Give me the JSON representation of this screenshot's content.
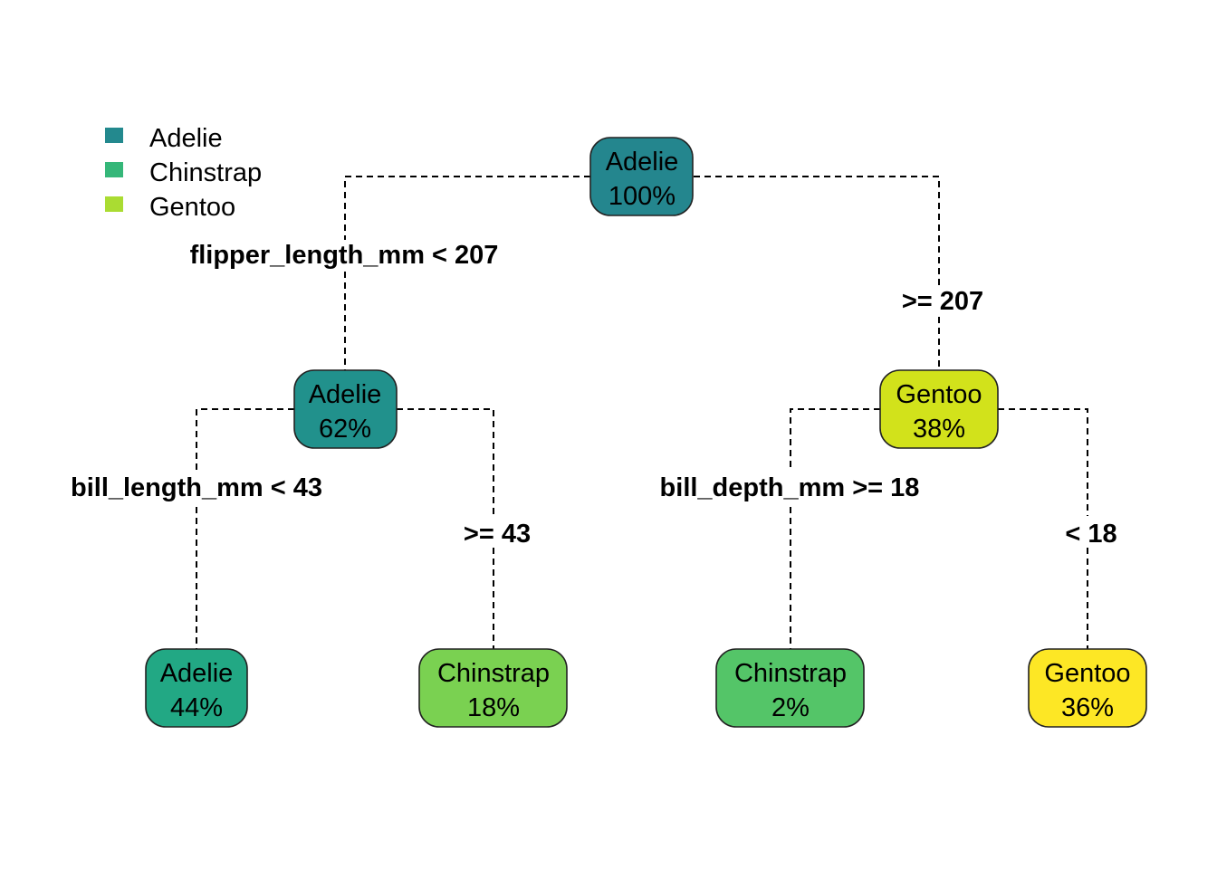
{
  "legend": {
    "items": [
      {
        "label": "Adelie",
        "color": "#23898E"
      },
      {
        "label": "Chinstrap",
        "color": "#35B779"
      },
      {
        "label": "Gentoo",
        "color": "#AADC32"
      }
    ]
  },
  "tree": {
    "nodes": {
      "root": {
        "class": "Adelie",
        "percent": "100%",
        "color": "#24868E"
      },
      "left": {
        "class": "Adelie",
        "percent": "62%",
        "color": "#21918C"
      },
      "right": {
        "class": "Gentoo",
        "percent": "38%",
        "color": "#D2E21B"
      },
      "leaf_ll": {
        "class": "Adelie",
        "percent": "44%",
        "color": "#22A884"
      },
      "leaf_lr": {
        "class": "Chinstrap",
        "percent": "18%",
        "color": "#7AD151"
      },
      "leaf_rl": {
        "class": "Chinstrap",
        "percent": "2%",
        "color": "#54C568"
      },
      "leaf_rr": {
        "class": "Gentoo",
        "percent": "36%",
        "color": "#FDE725"
      }
    },
    "splits": {
      "root_left": "flipper_length_mm < 207",
      "root_right": ">= 207",
      "left_left": "bill_length_mm < 43",
      "left_right": ">= 43",
      "right_left": "bill_depth_mm >= 18",
      "right_right": "< 18"
    }
  }
}
